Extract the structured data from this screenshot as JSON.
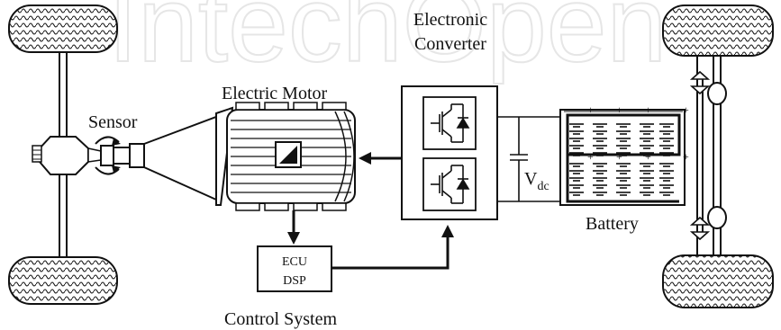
{
  "diagram": {
    "watermark": "IntechOpen",
    "labels": {
      "electric_motor": "Electric Motor",
      "sensor": "Sensor",
      "converter_line1": "Electronic",
      "converter_line2": "Converter",
      "vdc_main": "V",
      "vdc_sub": "dc",
      "battery": "Battery",
      "ecu_line1": "ECU",
      "ecu_line2": "DSP",
      "control_system": "Control System"
    },
    "battery_signs": {
      "plus": "+"
    }
  }
}
